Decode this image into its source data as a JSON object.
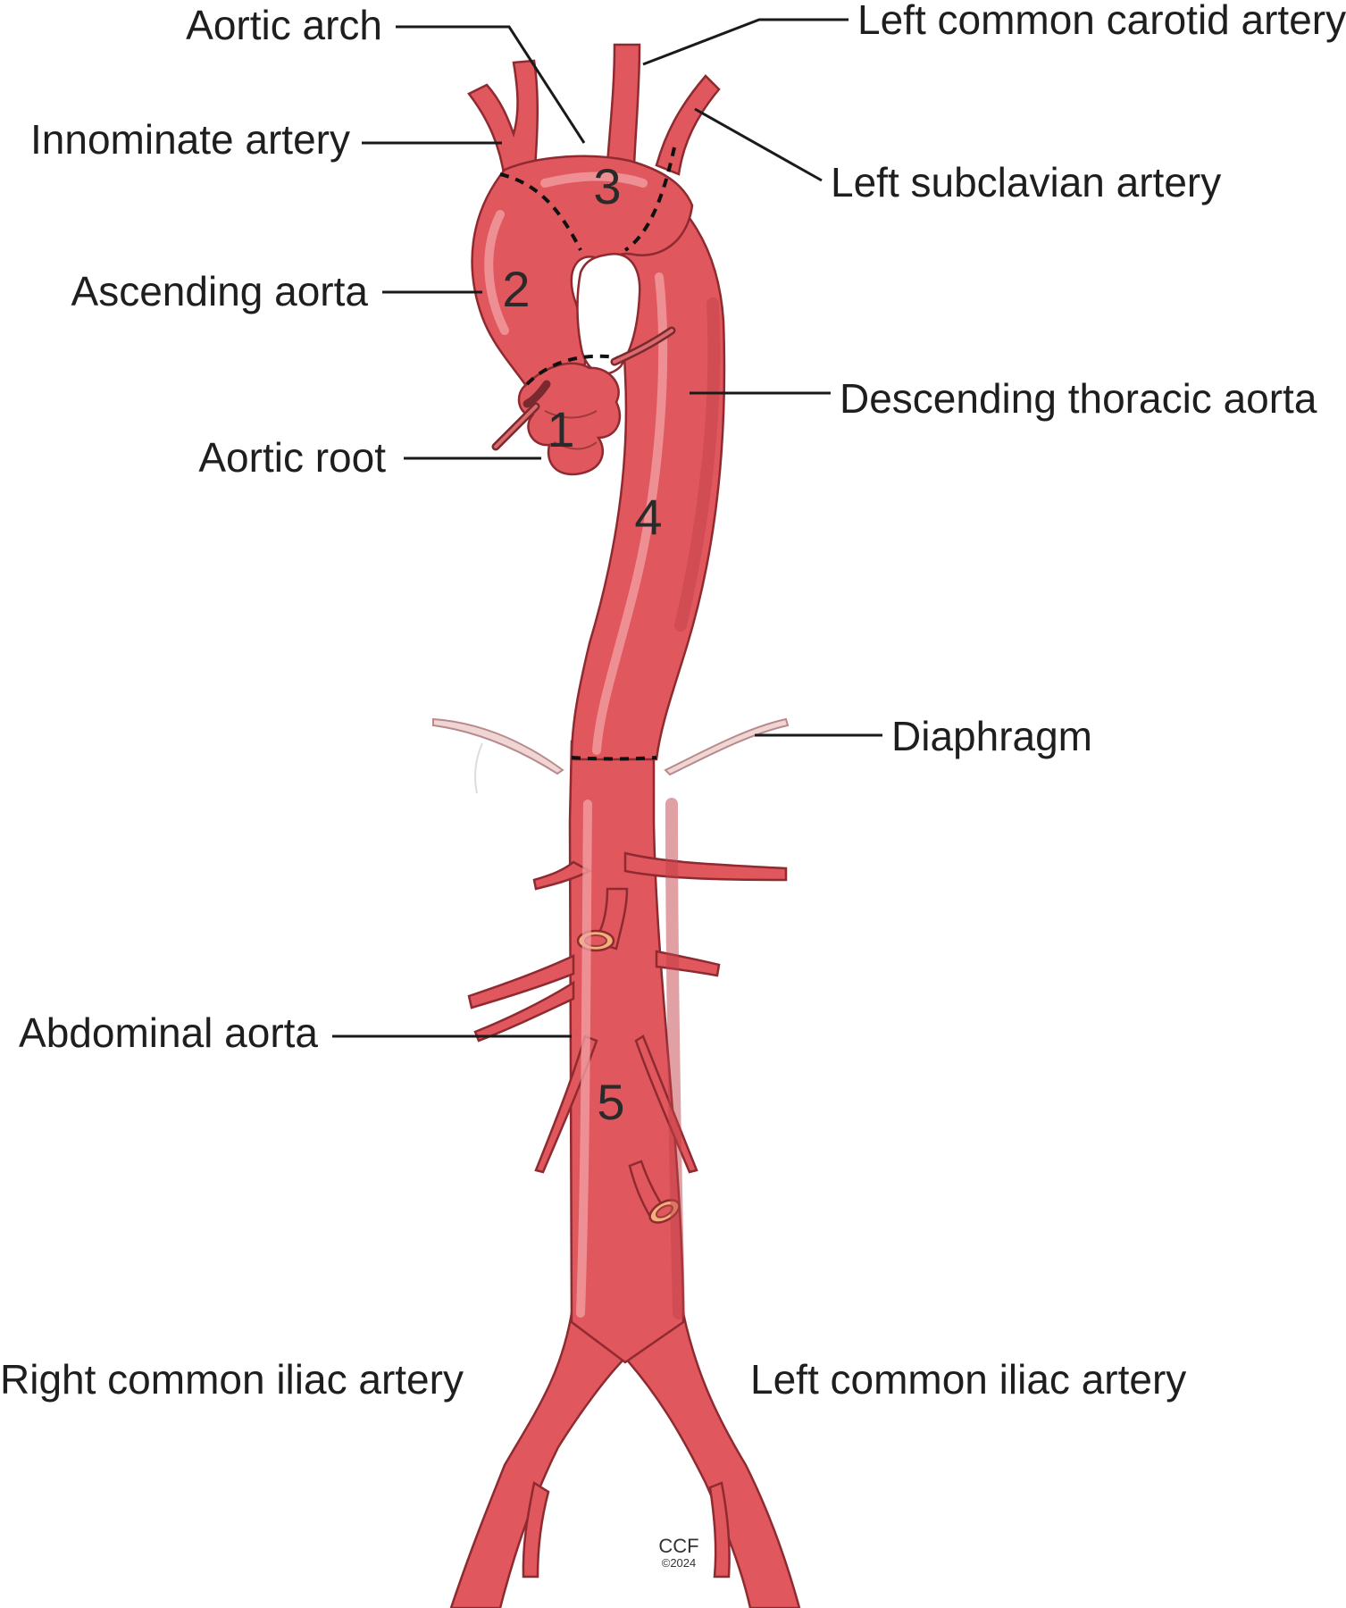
{
  "labels": {
    "aortic_arch": "Aortic arch",
    "left_common_carotid": "Left common carotid artery",
    "innominate": "Innominate artery",
    "left_subclavian": "Left subclavian artery",
    "ascending_aorta": "Ascending aorta",
    "descending_thoracic": "Descending thoracic aorta",
    "aortic_root": "Aortic root",
    "diaphragm": "Diaphragm",
    "abdominal_aorta": "Abdominal aorta",
    "right_common_iliac": "Right common iliac artery",
    "left_common_iliac": "Left common iliac artery"
  },
  "segments": {
    "root": "1",
    "ascending": "2",
    "arch": "3",
    "descending": "4",
    "abdominal": "5"
  },
  "credit": {
    "text": "CCF",
    "year": "©2024"
  },
  "colors": {
    "vessel": "#e0585d",
    "vessel_outline": "#8e2a30",
    "background": "#ffffff"
  }
}
